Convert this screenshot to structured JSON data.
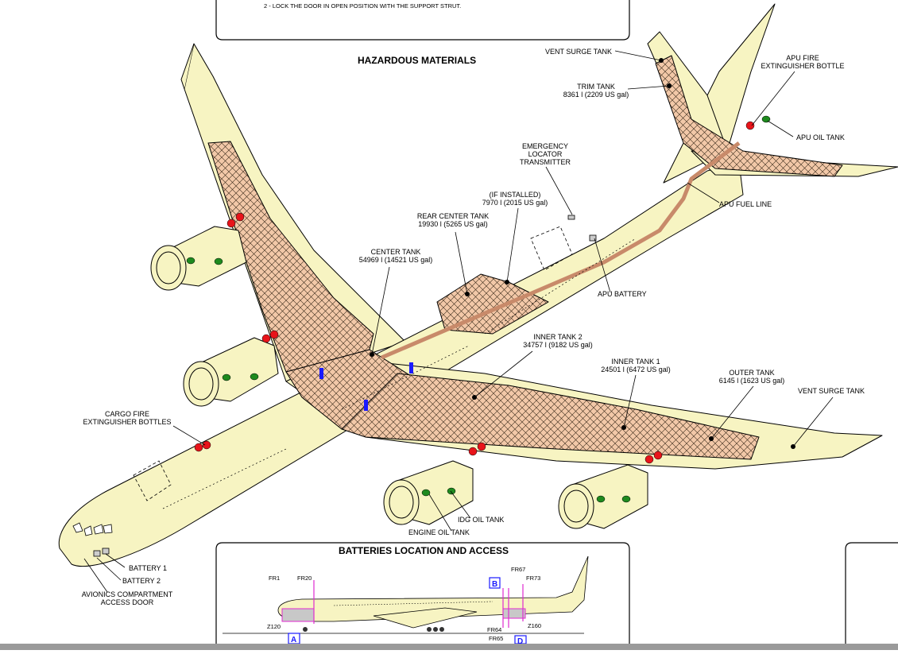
{
  "top_note": "2 - LOCK THE DOOR IN OPEN POSITION WITH THE SUPPORT STRUT.",
  "section_title": "HAZARDOUS MATERIALS",
  "labels": {
    "vent_surge_tank_tail": "VENT SURGE TANK",
    "trim_tank": [
      "TRIM TANK",
      "8361 l (2209 US gal)"
    ],
    "apu_fire_bottle": [
      "APU FIRE",
      "EXTINGUISHER BOTTLE"
    ],
    "apu_oil_tank": "APU OIL TANK",
    "emergency_locator": [
      "EMERGENCY",
      "LOCATOR",
      "TRANSMITTER"
    ],
    "apu_fuel_line": "APU FUEL LINE",
    "if_installed": [
      "(IF INSTALLED)",
      "7970 l (2015 US gal)"
    ],
    "rear_center_tank": [
      "REAR CENTER TANK",
      "19930 l (5265 US gal)"
    ],
    "center_tank": [
      "CENTER TANK",
      "54969 l (14521 US gal)"
    ],
    "apu_battery": "APU BATTERY",
    "inner_tank_2": [
      "INNER TANK 2",
      "34757 l (9182 US gal)"
    ],
    "inner_tank_1": [
      "INNER TANK 1",
      "24501 l (6472 US gal)"
    ],
    "outer_tank": [
      "OUTER TANK",
      "6145 l (1623 US gal)"
    ],
    "vent_surge_tank_wing": "VENT SURGE TANK",
    "cargo_fire": [
      "CARGO FIRE",
      "EXTINGUISHER BOTTLES"
    ],
    "idg_oil_tank": "IDG OIL TANK",
    "engine_oil_tank": "ENGINE OIL TANK",
    "battery_1": "BATTERY 1",
    "battery_2": "BATTERY 2",
    "avionics_door": [
      "AVIONICS COMPARTMENT",
      "ACCESS DOOR"
    ]
  },
  "batteries_panel": {
    "title": "BATTERIES LOCATION AND ACCESS",
    "frames": [
      "FR1",
      "FR20",
      "FR67",
      "FR73",
      "FR64",
      "FR65"
    ],
    "zones": [
      "Z120",
      "Z160"
    ],
    "callouts": [
      "A",
      "B",
      "D"
    ]
  },
  "colors": {
    "aircraft": "#f7f4c2",
    "tank": "#f2c8a8",
    "red": "#e8141a",
    "green": "#1e8a1e",
    "blue": "#1a1aff",
    "pink": "#e02bd0"
  }
}
